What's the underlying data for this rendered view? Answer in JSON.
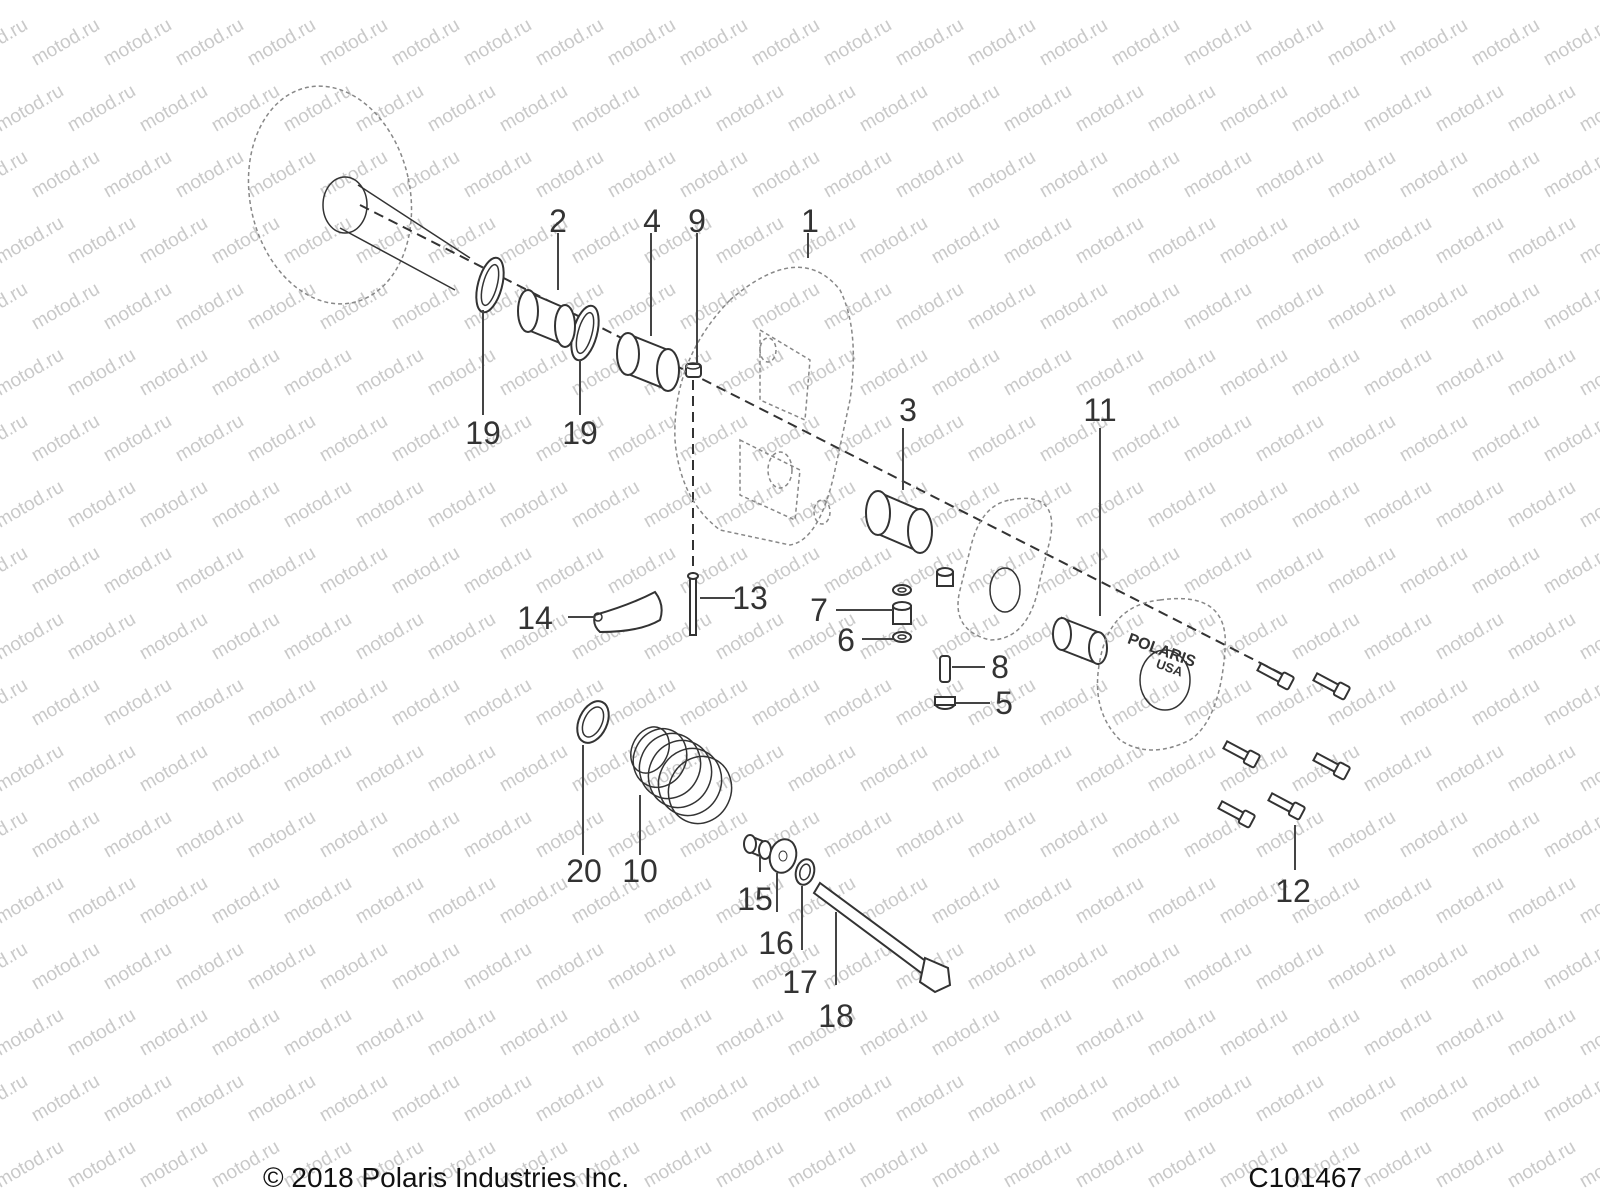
{
  "watermark": "motod.ru",
  "footer": {
    "copyright": "© 2018 Polaris Industries Inc.",
    "drawing_number": "C101467"
  },
  "callouts": {
    "c1": "1",
    "c2": "2",
    "c3": "3",
    "c4": "4",
    "c5": "5",
    "c6": "6",
    "c7": "7",
    "c8": "8",
    "c9": "9",
    "c10": "10",
    "c11": "11",
    "c12": "12",
    "c13": "13",
    "c14": "14",
    "c15": "15",
    "c16": "16",
    "c17": "17",
    "c18": "18",
    "c19a": "19",
    "c19b": "19",
    "c20": "20"
  },
  "cover_logo": {
    "brand": "POLARIS",
    "origin": "USA"
  }
}
